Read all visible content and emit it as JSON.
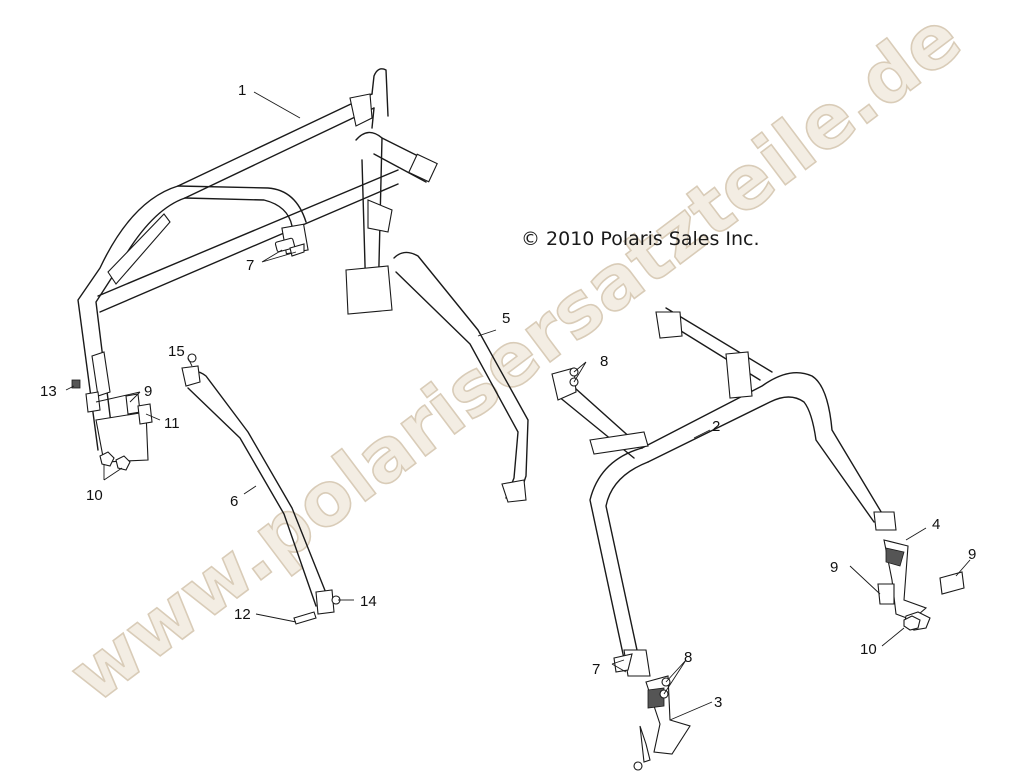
{
  "copyright": "© 2010 Polaris Sales Inc.",
  "watermark": "www.polarisersatzteile.de",
  "callouts": {
    "c1": "1",
    "c2": "2",
    "c3": "3",
    "c4": "4",
    "c5": "5",
    "c6": "6",
    "c7a": "7",
    "c7b": "7",
    "c8a": "8",
    "c8b": "8",
    "c9a": "9",
    "c9b": "9",
    "c9c": "9",
    "c10a": "10",
    "c10b": "10",
    "c11": "11",
    "c12": "12",
    "c13": "13",
    "c14": "14",
    "c15": "15"
  }
}
